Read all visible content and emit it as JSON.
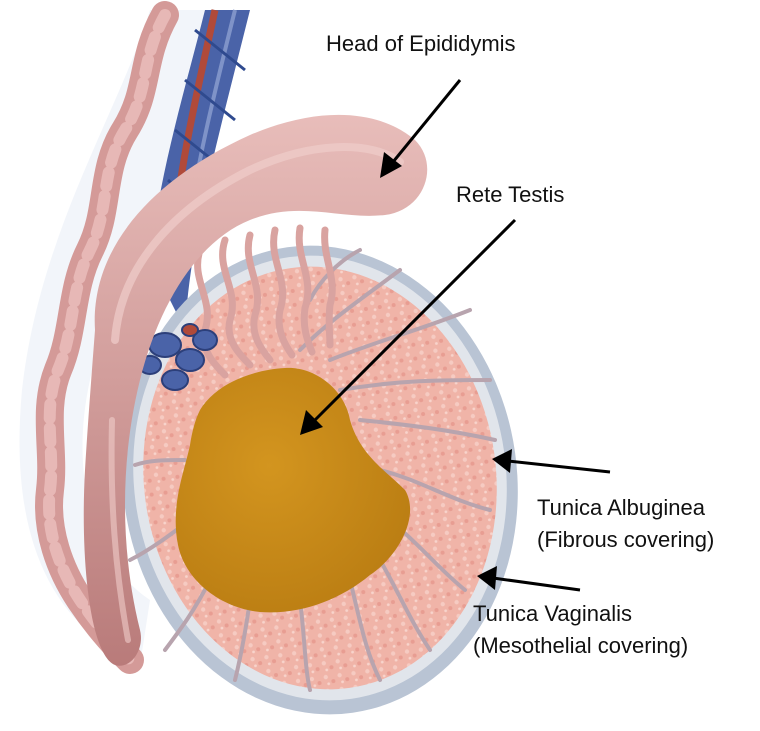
{
  "labels": {
    "head_of_epididymis": "Head of Epididymis",
    "rete_testis": "Rete Testis",
    "tunica_albuginea": {
      "line1": "Tunica Albuginea",
      "line2": "(Fibrous covering)"
    },
    "tunica_vaginalis": {
      "line1": "Tunica Vaginalis",
      "line2": "(Mesothelial covering)"
    }
  },
  "colors": {
    "epididymis": "#d9a3a0",
    "epididymis_shadow": "#b97b7a",
    "testis_tissue": "#f0b4a8",
    "septa": "#b8a4ae",
    "rete_testis": "#c98a19",
    "tunica": "#c8cfd8",
    "vessel_blue": "#4a63a8",
    "vessel_red": "#b04a3a",
    "arrow": "#000000"
  }
}
